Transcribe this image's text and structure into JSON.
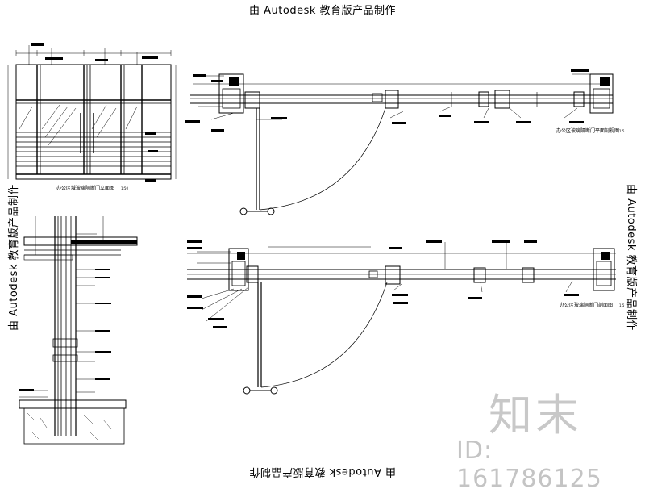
{
  "watermarks": {
    "edu_stamp": "由 Autodesk 教育版产品制作",
    "site_logo": "知末",
    "site_id": "ID: 161786125"
  },
  "drawings": {
    "elevation_caption": "办公区域玻璃隔断门立面图",
    "elevation_scale": "1:50",
    "plan_upper_caption": "办公区玻璃隔断门平面剖视图",
    "plan_upper_scale": "1:5",
    "plan_lower_caption": "办公区玻璃隔断门剖面图",
    "plan_lower_scale": "1:5"
  }
}
